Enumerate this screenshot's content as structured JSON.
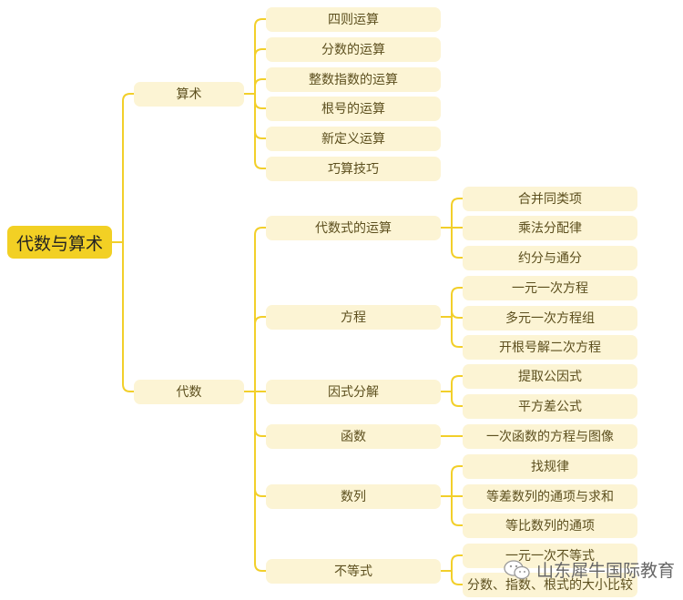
{
  "root": "代数与算术",
  "branches": [
    {
      "label": "算术",
      "children": [
        {
          "label": "四则运算",
          "children": []
        },
        {
          "label": "分数的运算",
          "children": []
        },
        {
          "label": "整数指数的运算",
          "children": []
        },
        {
          "label": "根号的运算",
          "children": []
        },
        {
          "label": "新定义运算",
          "children": []
        },
        {
          "label": "巧算技巧",
          "children": []
        }
      ]
    },
    {
      "label": "代数",
      "children": [
        {
          "label": "代数式的运算",
          "children": [
            "合并同类项",
            "乘法分配律",
            "约分与通分"
          ]
        },
        {
          "label": "方程",
          "children": [
            "一元一次方程",
            "多元一次方程组",
            "开根号解二次方程"
          ]
        },
        {
          "label": "因式分解",
          "children": [
            "提取公因式",
            "平方差公式"
          ]
        },
        {
          "label": "函数",
          "children": [
            "一次函数的方程与图像"
          ]
        },
        {
          "label": "数列",
          "children": [
            "找规律",
            "等差数列的通项与求和",
            "等比数列的通项"
          ]
        },
        {
          "label": "不等式",
          "children": [
            "一元一次不等式",
            "分数、指数、根式的大小比较"
          ]
        }
      ]
    }
  ],
  "watermark": {
    "text": "山东犀牛国际教育",
    "icon": "wechat-icon"
  },
  "colors": {
    "line": "#f2cf2a",
    "root": "#f2d024",
    "node": "#fcf4d4"
  }
}
